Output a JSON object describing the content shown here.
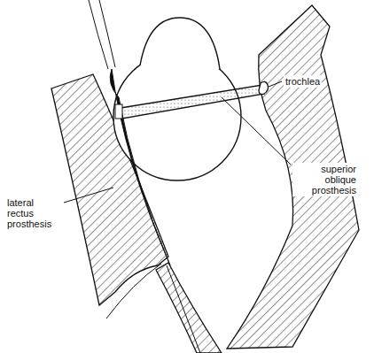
{
  "diagram": {
    "labels": [
      "trochlea",
      "lateral rectus prosthesis",
      "superior oblique prosthesis"
    ]
  }
}
